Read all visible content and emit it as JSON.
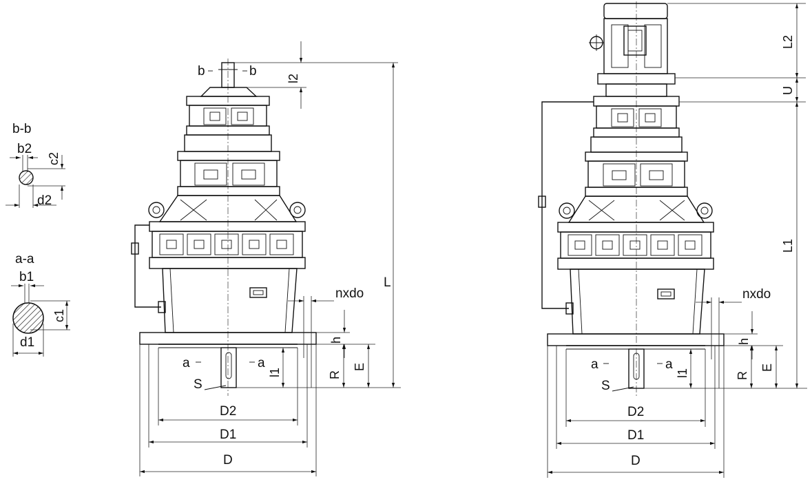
{
  "section_bb": {
    "title": "b-b",
    "b": "b2",
    "c": "c2",
    "d": "d2"
  },
  "section_aa": {
    "title": "a-a",
    "b": "b1",
    "c": "c1",
    "d": "d1"
  },
  "left_view": {
    "cut_b": "b",
    "l2": "l2",
    "L": "L",
    "nxdo": "nxdo",
    "h": "h",
    "R": "R",
    "E": "E",
    "l1": "l1",
    "cut_a": "a",
    "S": "S",
    "D2": "D2",
    "D1": "D1",
    "D": "D"
  },
  "right_view": {
    "L2": "L2",
    "U": "U",
    "L1": "L1",
    "nxdo": "nxdo",
    "h": "h",
    "R": "R",
    "E": "E",
    "l1": "l1",
    "cut_a": "a",
    "S": "S",
    "D2": "D2",
    "D1": "D1",
    "D": "D"
  }
}
